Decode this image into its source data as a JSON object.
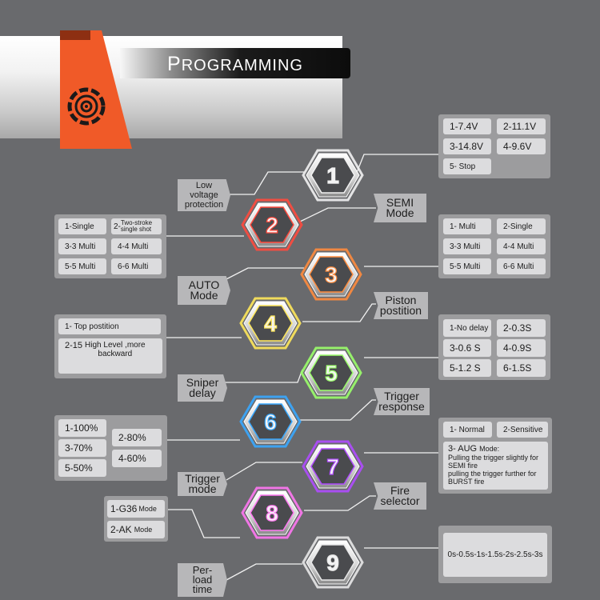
{
  "title": "Programming",
  "colors": {
    "background": "#696a6d",
    "ribbon": "#f05a28",
    "panel": "#9c9c9e",
    "cell": "#dcdcde",
    "tag": "#b7b7b9"
  },
  "steps": [
    {
      "num": "1",
      "glow": "#f2f2f2"
    },
    {
      "num": "2",
      "glow": "#ff4a3d"
    },
    {
      "num": "3",
      "glow": "#ff8c3d"
    },
    {
      "num": "4",
      "glow": "#ffe85a"
    },
    {
      "num": "5",
      "glow": "#9bff6a"
    },
    {
      "num": "6",
      "glow": "#38a8ff"
    },
    {
      "num": "7",
      "glow": "#b04bff"
    },
    {
      "num": "8",
      "glow": "#ff78f2"
    },
    {
      "num": "9",
      "glow": "#e8e8e8"
    }
  ],
  "labels": {
    "low_voltage": [
      "Low",
      "voltage",
      "protection"
    ],
    "semi": [
      "SEMI",
      "Mode"
    ],
    "auto": [
      "AUTO",
      "Mode"
    ],
    "piston": [
      "Piston",
      "postition"
    ],
    "sniper": [
      "Sniper",
      "delay"
    ],
    "trigger_response": [
      "Trigger",
      "response"
    ],
    "trigger_mode": [
      "Trigger",
      "mode"
    ],
    "fire_selector": [
      "Fire",
      "selector"
    ],
    "preload": [
      "Per-",
      "load",
      "time"
    ]
  },
  "voltage": [
    "1-7.4V",
    "2-11.1V",
    "3-14.8V",
    "4-9.6V",
    "5- Stop"
  ],
  "semi_options": [
    "1-Single",
    "2-",
    "Two-stroke",
    "single shot",
    "3-3 Multi",
    "4-4 Multi",
    "5-5 Multi",
    "6-6 Multi"
  ],
  "auto_options": [
    "1- Multi",
    "2-Single",
    "3-3 Multi",
    "4-4 Multi",
    "5-5 Multi",
    "6-6 Multi"
  ],
  "piston_options": [
    "1- Top postition",
    "2-15",
    "High Level ,more",
    "backward"
  ],
  "sniper_options": [
    "1-No delay",
    "2-0.3S",
    "3-0.6 S",
    "4-0.9S",
    "5-1.2 S",
    "6-1.5S"
  ],
  "response_options": [
    "1-100%",
    "2-80%",
    "3-70%",
    "4-60%",
    "5-50%"
  ],
  "trigger_mode_options": {
    "normal": "1- Normal",
    "sensitive": "2-Sensitive",
    "aug_num": "3- AUG",
    "aug_word": "Mode:",
    "aug_lines": [
      "Pulling the trigger slightly for",
      "SEMI fire",
      "pulling the trigger further for",
      "BURST fire"
    ]
  },
  "fire_options": {
    "g36_num": "1-G36",
    "g36_word": "Mode",
    "ak_num": "2-AK",
    "ak_word": "Mode"
  },
  "preload_value": "0s-0.5s-1s-1.5s-2s-2.5s-3s"
}
